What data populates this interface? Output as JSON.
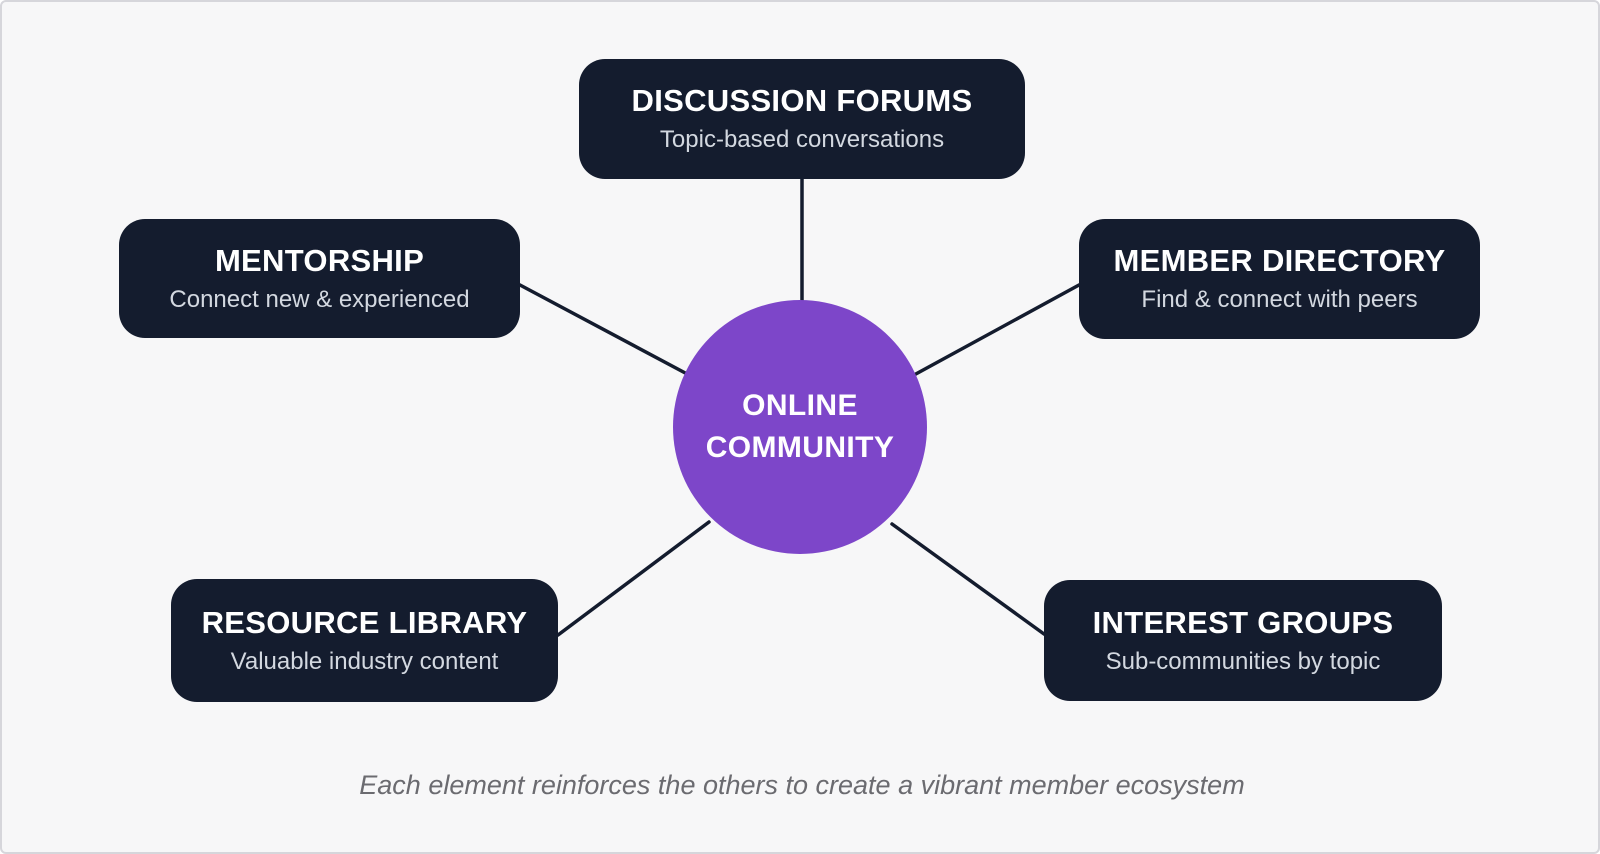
{
  "colors": {
    "bg": "#f7f7f8",
    "frame_border": "#d6d6db",
    "node_bg": "#141c2e",
    "node_title": "#ffffff",
    "node_subtitle": "#d3d8e0",
    "accent": "#7d46c9",
    "connector": "#141c2e",
    "footer": "#6b6b70"
  },
  "center": {
    "label_line1": "ONLINE",
    "label_line2": "COMMUNITY"
  },
  "nodes": [
    {
      "id": "discussion-forums",
      "title": "DISCUSSION FORUMS",
      "subtitle": "Topic-based conversations"
    },
    {
      "id": "mentorship",
      "title": "MENTORSHIP",
      "subtitle": "Connect new & experienced"
    },
    {
      "id": "member-directory",
      "title": "MEMBER DIRECTORY",
      "subtitle": "Find & connect with peers"
    },
    {
      "id": "resource-library",
      "title": "RESOURCE LIBRARY",
      "subtitle": "Valuable industry content"
    },
    {
      "id": "interest-groups",
      "title": "INTEREST GROUPS",
      "subtitle": "Sub-communities by topic"
    }
  ],
  "footer": {
    "text": "Each element reinforces the others to create a vibrant member ecosystem"
  }
}
